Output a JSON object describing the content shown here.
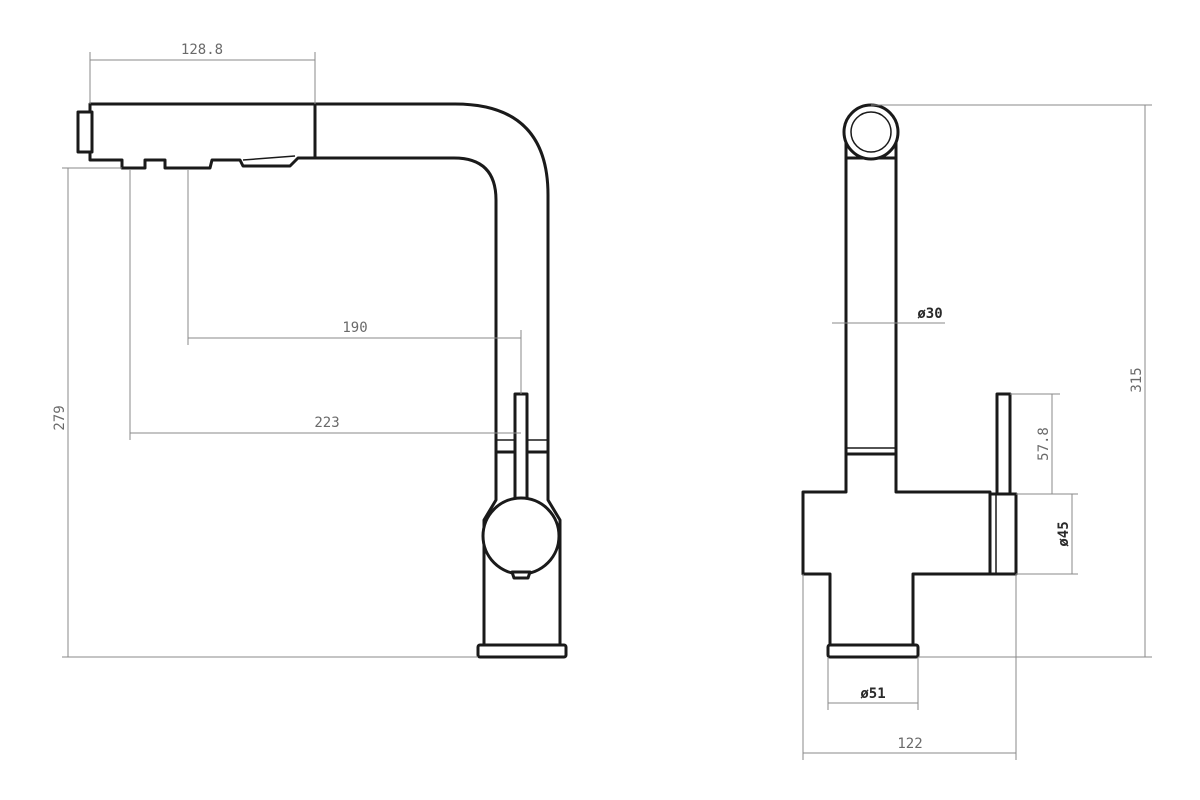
{
  "colors": {
    "line": "#1a1a1a",
    "dimension": "#8a8a8a",
    "background": "#ffffff"
  },
  "dimensions": {
    "spray_head_length": "128.8",
    "spout_reach_inner": "190",
    "spout_reach_outer": "223",
    "spout_height": "279",
    "spout_diameter": "ø30",
    "lever_height": "57.8",
    "body_diameter": "ø45",
    "overall_height": "315",
    "base_diameter": "ø51",
    "overall_depth": "122"
  }
}
